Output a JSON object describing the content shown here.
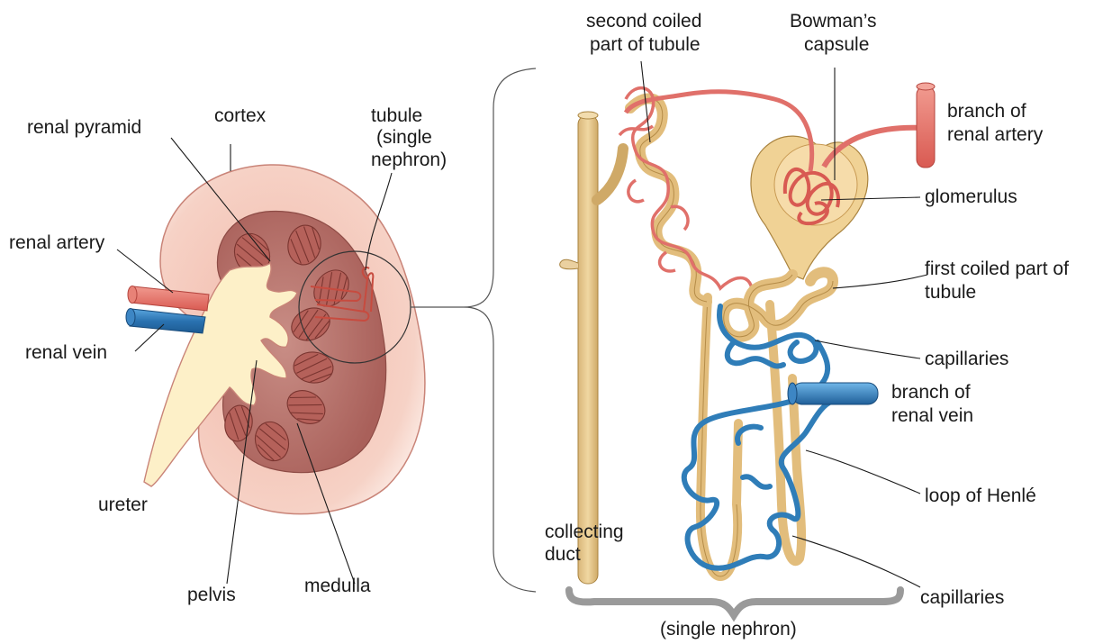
{
  "title": "",
  "kidney_labels": {
    "cortex": "cortex",
    "renal_pyramid": "renal pyramid",
    "tubule": [
      "tubule",
      "(single",
      "nephron)"
    ],
    "renal_artery": "renal artery",
    "renal_vein": "renal vein",
    "ureter": "ureter",
    "pelvis": "pelvis",
    "medulla": "medulla"
  },
  "nephron_labels": {
    "second_coiled": [
      "second coiled",
      "part of tubule"
    ],
    "bowmans_capsule": [
      "Bowman’s",
      "capsule"
    ],
    "branch_artery": [
      "branch of",
      "renal artery"
    ],
    "glomerulus": "glomerulus",
    "first_coiled": [
      "first coiled part of",
      "tubule"
    ],
    "capillaries_top": "capillaries",
    "branch_vein": [
      "branch of",
      "renal vein"
    ],
    "loop_henle": "loop of Henlé",
    "collecting_duct": [
      "collecting",
      "duct"
    ],
    "capillaries_bottom": "capillaries",
    "single_nephron": "(single nephron)"
  },
  "colors": {
    "cortex": "#f4c2b5",
    "medulla": "#b36a63",
    "pelvis": "#fdf0c8",
    "tubule_tan": "#e8c98d",
    "vessel_red": "#e06a6a",
    "vessel_blue": "#2f7db8",
    "brace": "#9a9a9a"
  }
}
